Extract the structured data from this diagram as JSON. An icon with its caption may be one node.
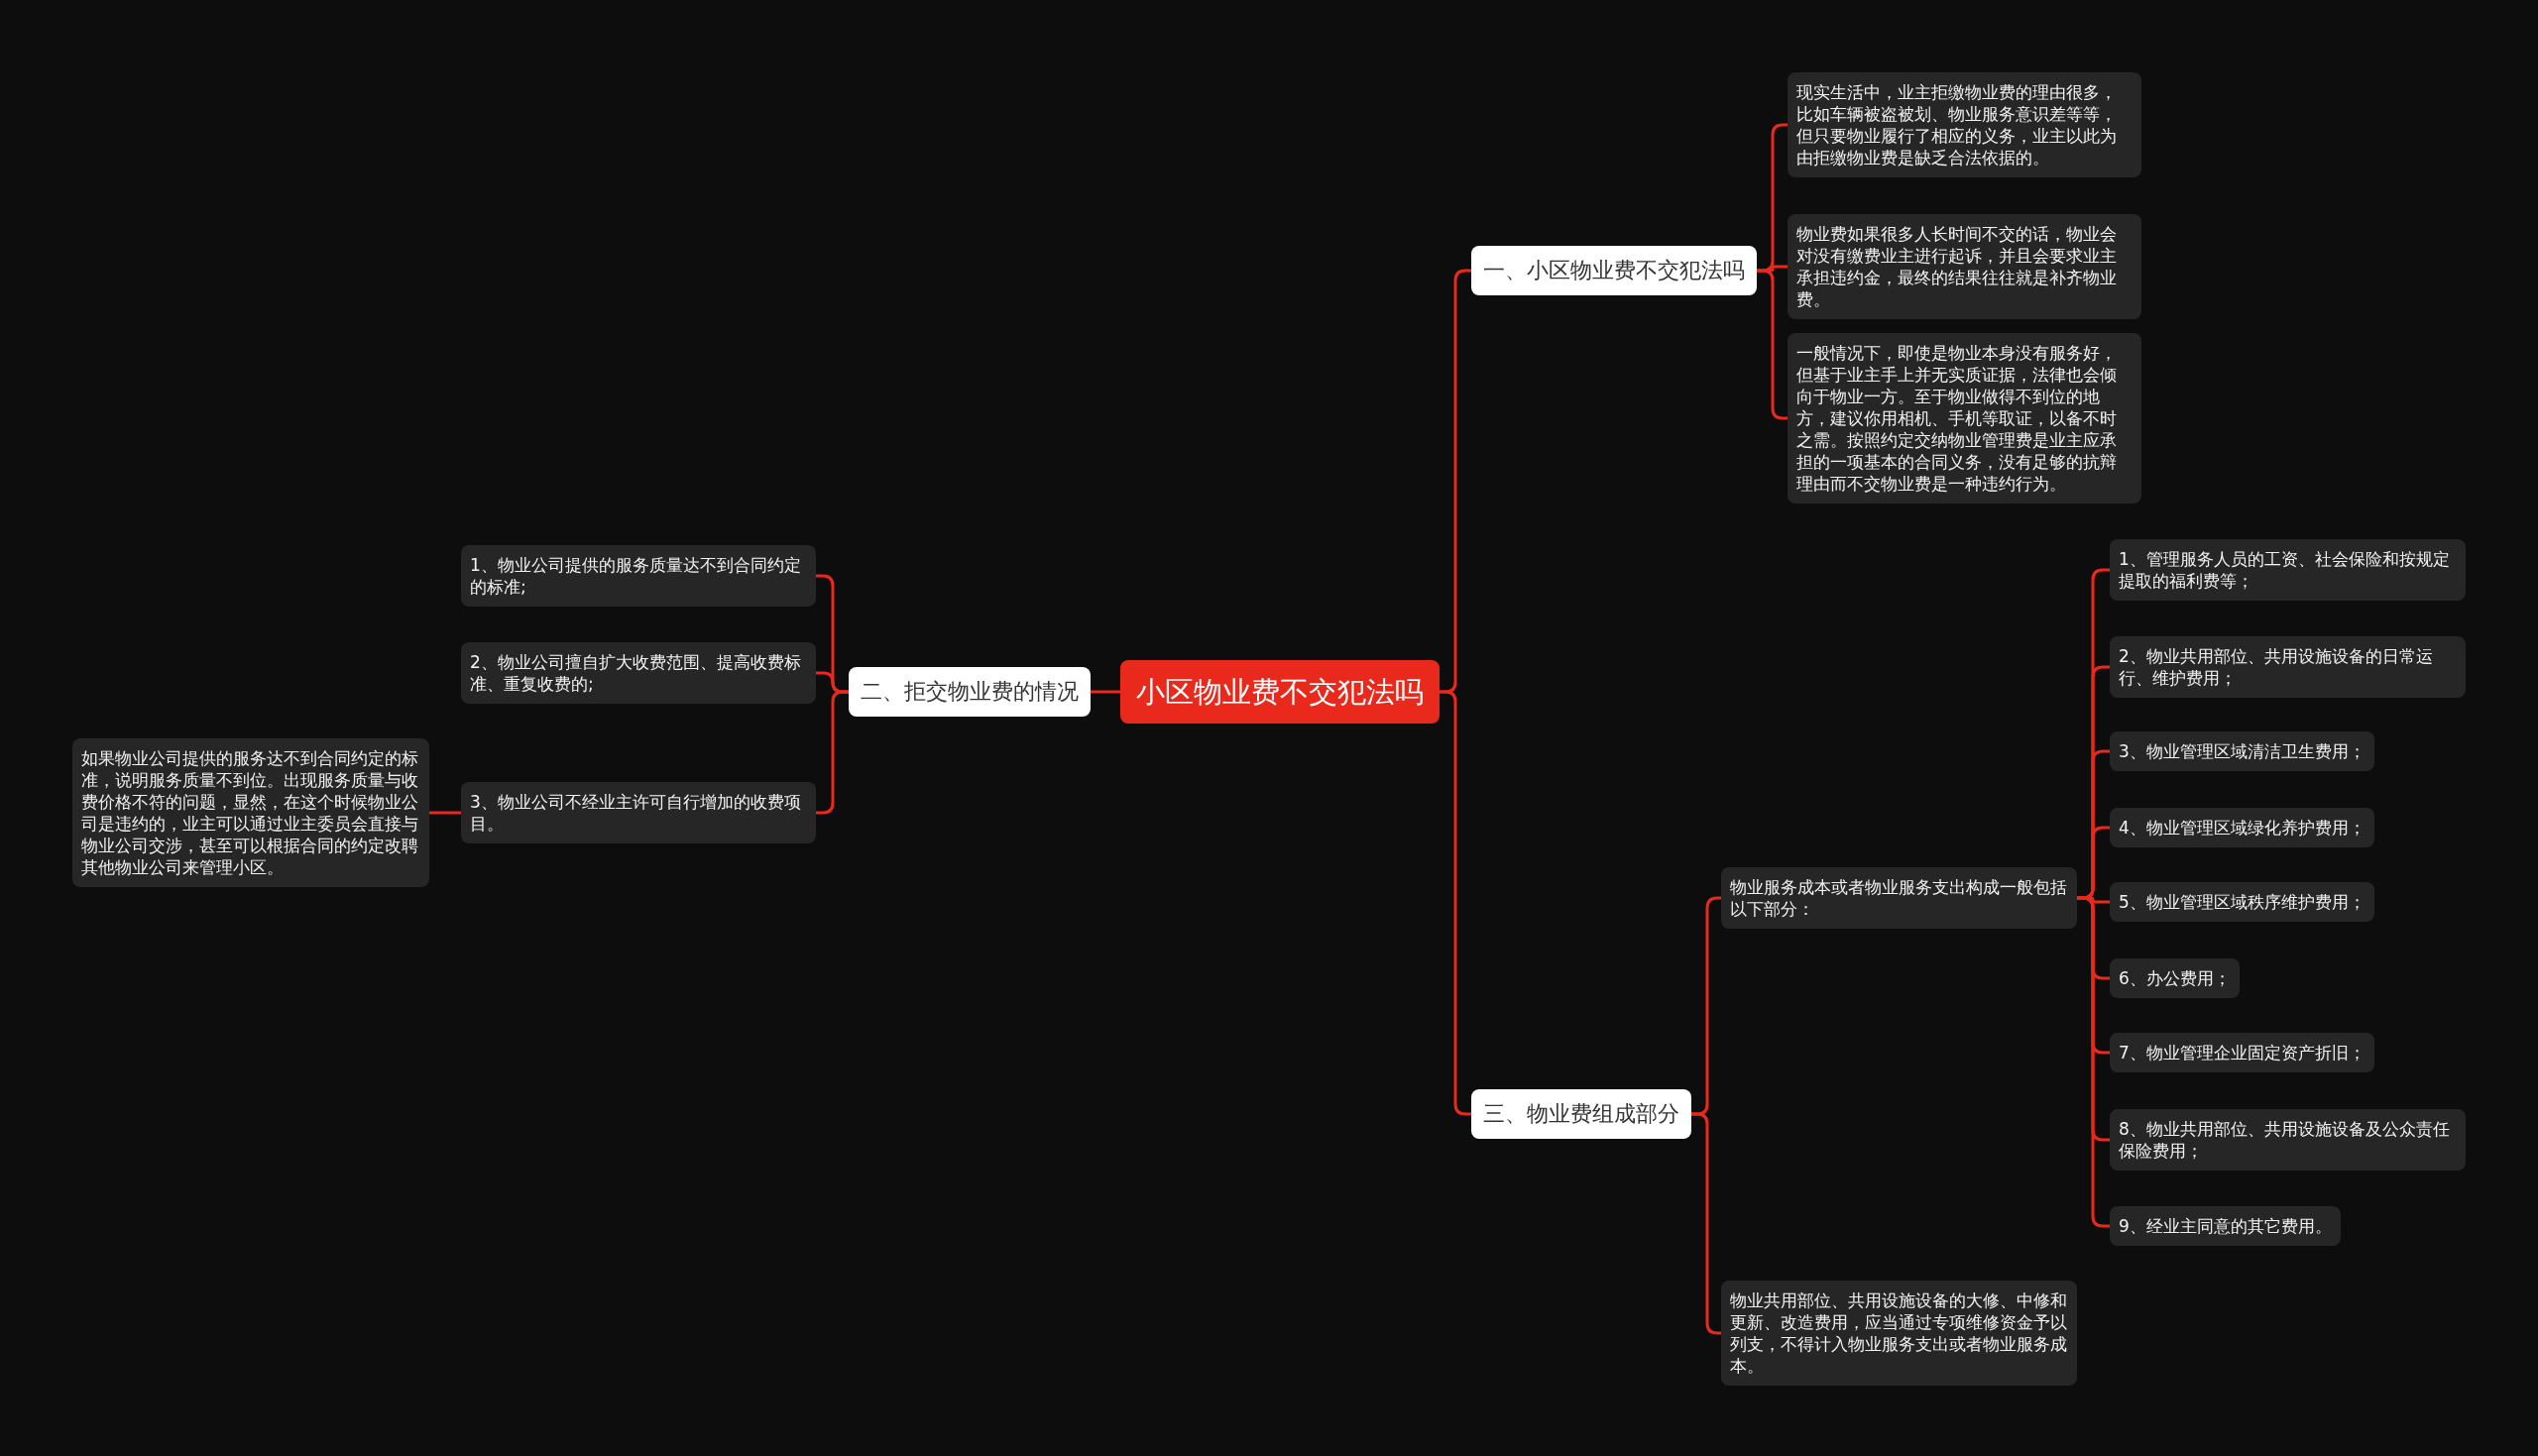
{
  "diagram": {
    "nodes": [
      {
        "text": [
          "小区物业费不交犯法吗"
        ]
      },
      {
        "text": [
          "一、小区物业费不交犯法吗"
        ]
      },
      {
        "text": [
          "现实生活中，业主拒缴物业费的理由很多，比如车辆被盗被划、物业服务意识差等等，但只要物业履行了相应的义务，业主以此为由拒缴物业费是缺乏合法依据的。"
        ]
      },
      {
        "text": [
          "物业费如果很多人长时间不交的话，物业会对没有缴费业主进行起诉，并且会要求业主承担违约金，最终的结果往往就是补齐物业费。"
        ]
      },
      {
        "text": [
          "一般情况下，即使是物业本身没有服务好，但基于业主手上并无实质证据，法律也会倾向于物业一方。至于物业做得不到位的地方，建议你用相机、手机等取证，以备不时之需。按照约定交纳物业管理费是业主应承担的一项基本的合同义务，没有足够的抗辩理由而不交物业费是一种违约行为。"
        ]
      },
      {
        "text": [
          "二、拒交物业费的情况"
        ]
      },
      {
        "text": [
          "1、物业公司提供的服务质量达不到合同约定的标准;"
        ]
      },
      {
        "text": [
          "2、物业公司擅自扩大收费范围、提高收费标准、重复收费的;"
        ]
      },
      {
        "text": [
          "3、物业公司不经业主许可自行增加的收费项目。"
        ]
      },
      {
        "text": [
          "如果物业公司提供的服务达不到合同约定的标准，说明服务质量不到位。出现服务质量与收费价格不符的问题，显然，在这个时候物业公司是违约的，业主可以通过业主委员会直接与物业公司交涉，甚至可以根据合同的约定改聘其他物业公司来管理小区。"
        ]
      },
      {
        "text": [
          "三、物业费组成部分"
        ]
      },
      {
        "text": [
          "物业服务成本或者物业服务支出构成一般包括以下部分："
        ]
      },
      {
        "text": [
          "1、管理服务人员的工资、社会保险和按规定提取的福利费等；"
        ]
      },
      {
        "text": [
          "2、物业共用部位、共用设施设备的日常运行、维护费用；"
        ]
      },
      {
        "text": [
          "3、物业管理区域清洁卫生费用；"
        ]
      },
      {
        "text": [
          "4、物业管理区域绿化养护费用；"
        ]
      },
      {
        "text": [
          "5、物业管理区域秩序维护费用；"
        ]
      },
      {
        "text": [
          "6、办公费用；"
        ]
      },
      {
        "text": [
          "7、物业管理企业固定资产折旧；"
        ]
      },
      {
        "text": [
          "8、物业共用部位、共用设施设备及公众责任保险费用；"
        ]
      },
      {
        "text": [
          "9、经业主同意的其它费用。"
        ]
      },
      {
        "text": [
          "物业共用部位、共用设施设备的大修、中修和更新、改造费用，应当通过专项维修资金予以列支，不得计入物业服务支出或者物业服务成本。"
        ]
      }
    ],
    "edges": [
      {
        "from": 0,
        "to": 1,
        "arrow": "none"
      },
      {
        "from": 1,
        "to": 2,
        "arrow": "none"
      },
      {
        "from": 1,
        "to": 3,
        "arrow": "none"
      },
      {
        "from": 1,
        "to": 4,
        "arrow": "none"
      },
      {
        "from": 0,
        "to": 5,
        "arrow": "none"
      },
      {
        "from": 5,
        "to": 6,
        "arrow": "none"
      },
      {
        "from": 5,
        "to": 7,
        "arrow": "none"
      },
      {
        "from": 5,
        "to": 8,
        "arrow": "none"
      },
      {
        "from": 8,
        "to": 9,
        "arrow": "none"
      },
      {
        "from": 0,
        "to": 10,
        "arrow": "none"
      },
      {
        "from": 10,
        "to": 11,
        "arrow": "none"
      },
      {
        "from": 11,
        "to": 12,
        "arrow": "none"
      },
      {
        "from": 11,
        "to": 13,
        "arrow": "none"
      },
      {
        "from": 11,
        "to": 14,
        "arrow": "none"
      },
      {
        "from": 11,
        "to": 15,
        "arrow": "none"
      },
      {
        "from": 11,
        "to": 16,
        "arrow": "none"
      },
      {
        "from": 11,
        "to": 17,
        "arrow": "none"
      },
      {
        "from": 11,
        "to": 18,
        "arrow": "none"
      },
      {
        "from": 11,
        "to": 19,
        "arrow": "none"
      },
      {
        "from": 11,
        "to": 20,
        "arrow": "none"
      },
      {
        "from": 10,
        "to": 21,
        "arrow": "none"
      }
    ]
  }
}
